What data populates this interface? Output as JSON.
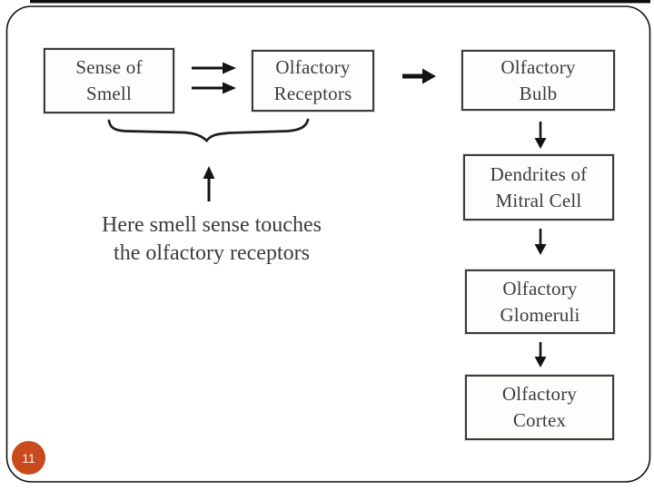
{
  "slide": {
    "number": "11",
    "accent_color": "#c84b1e",
    "caption": {
      "line1": "Here smell sense touches",
      "line2": "the olfactory receptors"
    },
    "boxes": {
      "sense": {
        "line1": "Sense of",
        "line2": "Smell"
      },
      "receptors": {
        "line1": "Olfactory",
        "line2": "Receptors"
      },
      "bulb": {
        "line1": "Olfactory",
        "line2": "Bulb"
      },
      "dendrites": {
        "line1": "Dendrites of",
        "line2": "Mitral Cell"
      },
      "glomeruli": {
        "line1": "Olfactory",
        "line2": "Glomeruli"
      },
      "cortex": {
        "line1": "Olfactory",
        "line2": "Cortex"
      }
    }
  }
}
